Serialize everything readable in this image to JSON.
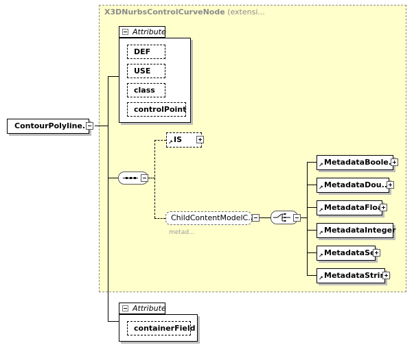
{
  "extension": {
    "type_name": "X3DNurbsControlCurveNode",
    "suffix": " (extensi..."
  },
  "root_element": {
    "label": "ContourPolyline..."
  },
  "attribute_group_top": {
    "title": "Attribute",
    "attributes": [
      "DEF",
      "USE",
      "class",
      "controlPoint"
    ]
  },
  "attribute_group_bottom": {
    "title": "Attribute",
    "attributes": [
      "containerField"
    ]
  },
  "is_element": {
    "label": "IS"
  },
  "group_ref": {
    "label": "ChildContentModelC...",
    "annotation": "metad..."
  },
  "choice_children": [
    {
      "label": "MetadataBoole..."
    },
    {
      "label": "MetadataDou..."
    },
    {
      "label": "MetadataFloat"
    },
    {
      "label": "MetadataInteger"
    },
    {
      "label": "MetadataSet"
    },
    {
      "label": "MetadataString"
    }
  ]
}
